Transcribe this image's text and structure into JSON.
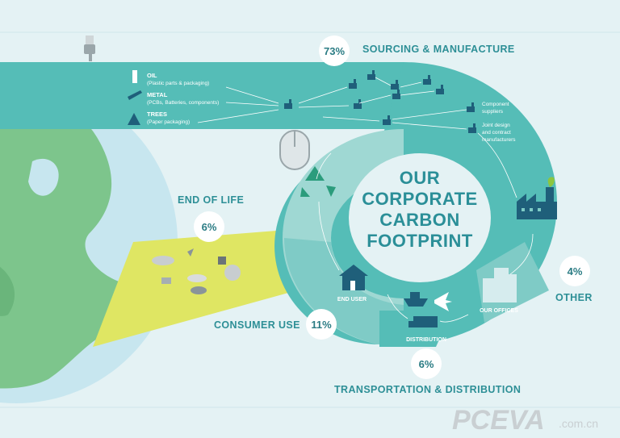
{
  "title_lines": [
    "OUR",
    "CORPORATE",
    "CARBON",
    "FOOTPRINT"
  ],
  "stages": {
    "sourcing": {
      "label": "SOURCING & MANUFACTURE",
      "percent": "73%"
    },
    "end_of_life": {
      "label": "END OF LIFE",
      "percent": "6%"
    },
    "consumer_use": {
      "label": "CONSUMER USE",
      "percent": "11%"
    },
    "transport": {
      "label": "TRANSPORTATION & DISTRIBUTION",
      "percent": "6%"
    },
    "other": {
      "label": "OTHER",
      "percent": "4%"
    }
  },
  "materials": [
    {
      "name": "OIL",
      "detail": "(Plastic parts & packaging)"
    },
    {
      "name": "METAL",
      "detail": "(PCBs, Batteries, components)"
    },
    {
      "name": "TREES",
      "detail": "(Paper packaging)"
    }
  ],
  "notes": {
    "component": [
      "Component",
      "suppliers"
    ],
    "joint": [
      "Joint design",
      "and contract",
      "manufacturers"
    ]
  },
  "nodes": {
    "end_user": "END USER",
    "distribution": "DISTRIBUTION",
    "our_offices": "OUR OFFICES"
  },
  "watermark": {
    "main": "PCEVA",
    "suffix": ".com.cn"
  },
  "colors": {
    "background": "#e4f2f4",
    "band": "#55bdb7",
    "band_dark": "#3aa9a4",
    "earth_ocean": "#c7e6ef",
    "earth_land": "#7dc58c",
    "end_of_life_beam": "#dfe663",
    "label": "#2d8f96"
  }
}
